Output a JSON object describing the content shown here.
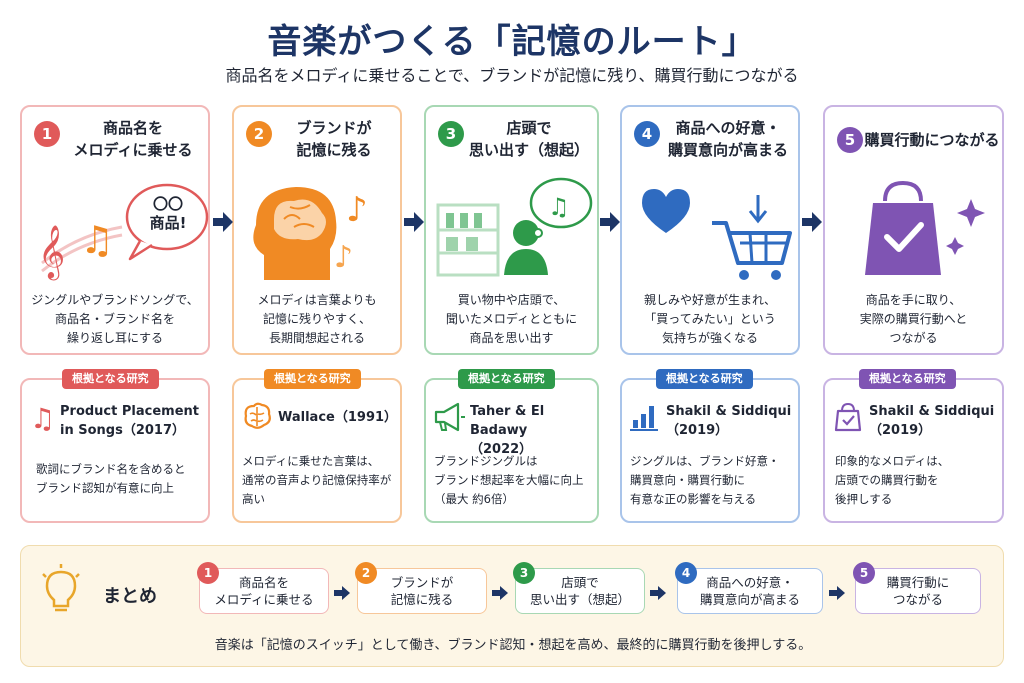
{
  "title": "音楽がつくる「記憶のルート」",
  "subtitle": "商品名をメロディに乗せることで、ブランドが記憶に残り、購買行動につながる",
  "colors": {
    "red": "#e05a5a",
    "orange": "#f08a24",
    "green": "#2e9a4a",
    "blue": "#2f6bc0",
    "purple": "#7f54b3",
    "navy": "#1d3566"
  },
  "steps": [
    {
      "num": "1",
      "title_l1": "商品名を",
      "title_l2": "メロディに乗せる",
      "desc_l1": "ジングルやブランドソングで、",
      "desc_l2": "商品名・ブランド名を",
      "desc_l3": "繰り返し耳にする",
      "bubble": "〇〇",
      "bubble2": "商品!"
    },
    {
      "num": "2",
      "title_l1": "ブランドが",
      "title_l2": "記憶に残る",
      "desc_l1": "メロディは言葉よりも",
      "desc_l2": "記憶に残りやすく、",
      "desc_l3": "長期間想起される"
    },
    {
      "num": "3",
      "title_l1": "店頭で",
      "title_l2": "思い出す（想起）",
      "desc_l1": "買い物中や店頭で、",
      "desc_l2": "聞いたメロディとともに",
      "desc_l3": "商品を思い出す"
    },
    {
      "num": "4",
      "title_l1": "商品への好意・",
      "title_l2": "購買意向が高まる",
      "desc_l1": "親しみや好意が生まれ、",
      "desc_l2": "「買ってみたい」という",
      "desc_l3": "気持ちが強くなる"
    },
    {
      "num": "5",
      "title_l1": "購買行動につながる",
      "title_l2": "",
      "desc_l1": "商品を手に取り、",
      "desc_l2": "実際の購買行動へと",
      "desc_l3": "つながる"
    }
  ],
  "evidence_badge": "根拠となる研究",
  "evidence": [
    {
      "title_l1": "Product Placement",
      "title_l2": "in Songs（2017）",
      "desc_l1": "歌詞にブランド名を含めると",
      "desc_l2": "ブランド認知が有意に向上",
      "desc_l3": ""
    },
    {
      "title_l1": "Wallace（1991）",
      "title_l2": "",
      "desc_l1": "メロディに乗せた言葉は、",
      "desc_l2": "通常の音声より記憶保持率が",
      "desc_l3": "高い"
    },
    {
      "title_l1": "Taher & El Badawy",
      "title_l2": "（2022）",
      "desc_l1": "ブランドジングルは",
      "desc_l2": "ブランド想起率を大幅に向上",
      "desc_l3": "（最大 約6倍）"
    },
    {
      "title_l1": "Shakil & Siddiqui",
      "title_l2": "（2019）",
      "desc_l1": "ジングルは、ブランド好意・",
      "desc_l2": "購買意向・購買行動に",
      "desc_l3": "有意な正の影響を与える"
    },
    {
      "title_l1": "Shakil & Siddiqui",
      "title_l2": "（2019）",
      "desc_l1": "印象的なメロディは、",
      "desc_l2": "店頭での購買行動を",
      "desc_l3": "後押しする"
    }
  ],
  "summary": {
    "label": "まとめ",
    "steps": [
      {
        "num": "1",
        "l1": "商品名を",
        "l2": "メロディに乗せる"
      },
      {
        "num": "2",
        "l1": "ブランドが",
        "l2": "記憶に残る"
      },
      {
        "num": "3",
        "l1": "店頭で",
        "l2": "思い出す（想起）"
      },
      {
        "num": "4",
        "l1": "商品への好意・",
        "l2": "購買意向が高まる"
      },
      {
        "num": "5",
        "l1": "購買行動に",
        "l2": "つながる"
      }
    ],
    "conclusion": "音楽は「記憶のスイッチ」として働き、ブランド認知・想起を高め、最終的に購買行動を後押しする。"
  }
}
